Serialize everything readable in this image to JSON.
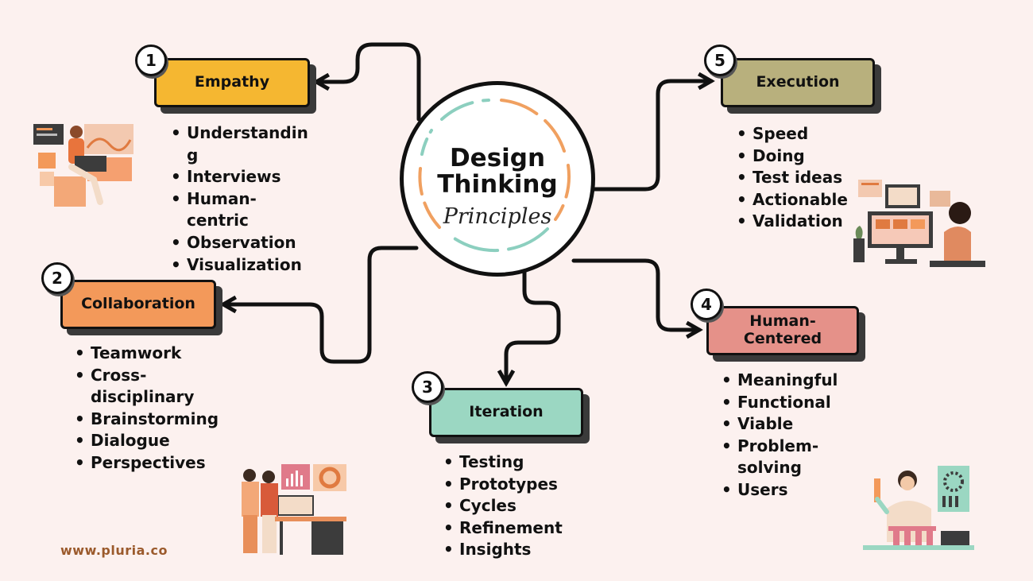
{
  "title": {
    "line1": "Design",
    "line2": "Thinking",
    "line3": "Principles"
  },
  "principles": [
    {
      "number": "1",
      "label": "Empathy",
      "color": "#f5b731",
      "items": [
        "Understandin",
        "g",
        "Interviews",
        "Human-",
        "centric",
        "Observation",
        "Visualization"
      ]
    },
    {
      "number": "2",
      "label": "Collaboration",
      "color": "#f3995a",
      "items": [
        "Teamwork",
        "Cross-",
        "disciplinary",
        "Brainstorming",
        "Dialogue",
        "Perspectives"
      ]
    },
    {
      "number": "3",
      "label": "Iteration",
      "color": "#9bd7c2",
      "items": [
        "Testing",
        "Prototypes",
        "Cycles",
        "Refinement",
        "Insights"
      ]
    },
    {
      "number": "4",
      "label": "Human-\nCentered",
      "color": "#e59189",
      "items": [
        "Meaningful",
        "Functional",
        "Viable",
        "Problem-",
        "solving",
        "Users"
      ]
    },
    {
      "number": "5",
      "label": "Execution",
      "color": "#b8b07d",
      "items": [
        "Speed",
        "Doing",
        "Test ideas",
        "Actionable",
        "Validation"
      ]
    }
  ],
  "footer": {
    "website": "www.pluria.co"
  },
  "colors": {
    "background": "#fcf1ef",
    "dash_orange": "#f0a060",
    "dash_teal": "#8ccfbf"
  }
}
